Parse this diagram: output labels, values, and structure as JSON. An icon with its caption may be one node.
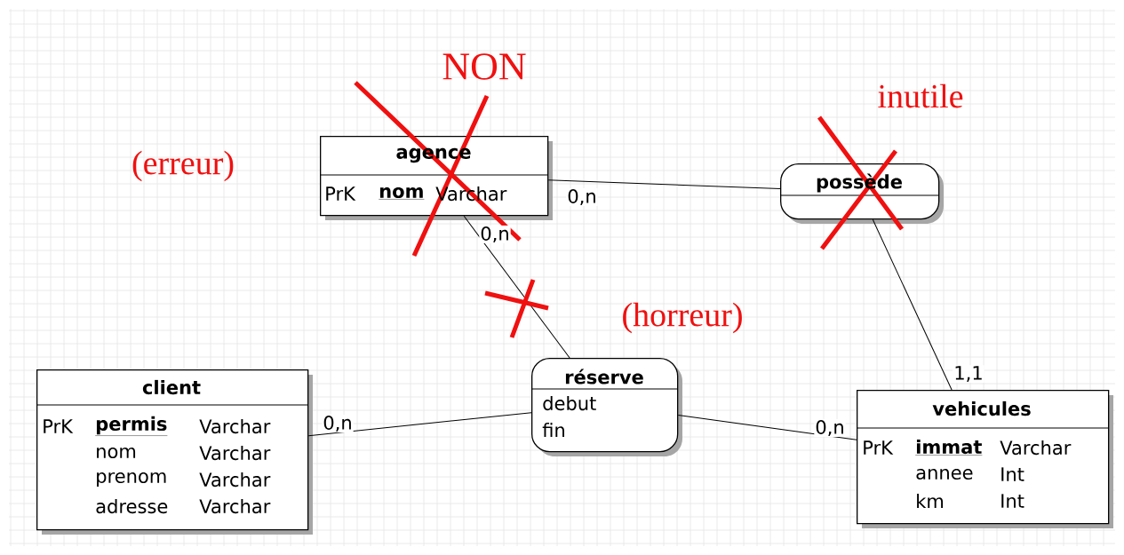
{
  "diagram": {
    "nodes": [
      {
        "text": [
          "agence",
          "PrK",
          "nom",
          "Varchar"
        ]
      },
      {
        "text": [
          "possède"
        ]
      },
      {
        "text": [
          "client",
          "PrK",
          "permis",
          "Varchar",
          "nom",
          "Varchar",
          "prenom",
          "Varchar",
          "adresse",
          "Varchar"
        ]
      },
      {
        "text": [
          "réserve",
          "debut",
          "fin"
        ]
      },
      {
        "text": [
          "vehicules",
          "PrK",
          "immat",
          "Varchar",
          "annee",
          "Int",
          "km",
          "Int"
        ]
      }
    ],
    "edges": [
      {
        "from": 0,
        "to": 1,
        "arrow": "none",
        "label": "0,n"
      },
      {
        "from": 0,
        "to": 3,
        "arrow": "none",
        "label": "0,n"
      },
      {
        "from": 2,
        "to": 3,
        "arrow": "none",
        "label": "0,n"
      },
      {
        "from": 4,
        "to": 3,
        "arrow": "none",
        "label": "0,n"
      },
      {
        "from": 4,
        "to": 1,
        "arrow": "none",
        "label": "1,1"
      }
    ],
    "labels": [
      "NON",
      "inutile",
      "(erreur)",
      "(horreur)"
    ]
  }
}
